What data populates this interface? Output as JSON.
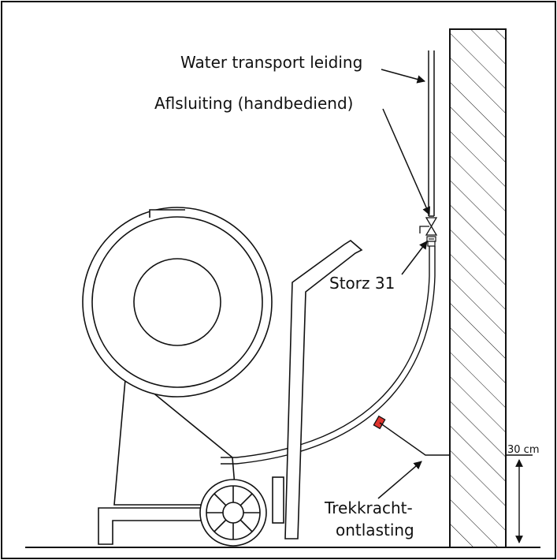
{
  "labels": {
    "water_pipe": "Water transport leiding",
    "shutoff_valve": "Aflsluiting (handbediend)",
    "coupling": "Storz 31",
    "strain_relief_line1": "Trekkracht-",
    "strain_relief_line2": "ontlasting",
    "height_dimension": "30 cm"
  },
  "colors": {
    "line": "#111111",
    "strain_relief_clamp": "#e0342e",
    "background": "#ffffff"
  }
}
